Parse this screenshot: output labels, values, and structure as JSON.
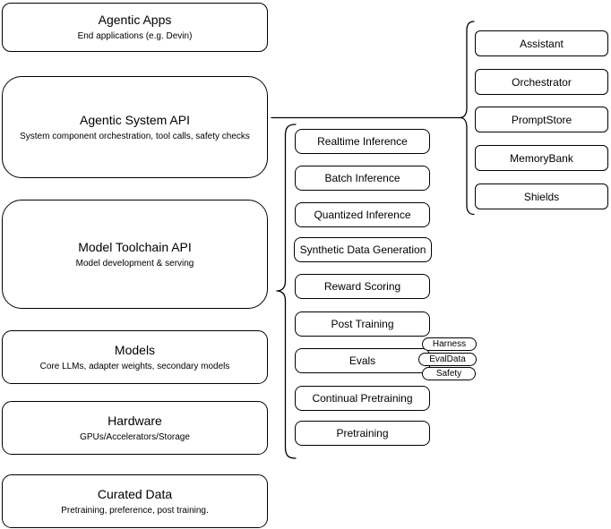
{
  "diagram": {
    "left_stack": [
      {
        "title": "Agentic Apps",
        "subtitle": "End applications (e.g. Devin)"
      },
      {
        "title": "Agentic System API",
        "subtitle": "System component orchestration, tool calls, safety checks"
      },
      {
        "title": "Model Toolchain API",
        "subtitle": "Model development & serving"
      },
      {
        "title": "Models",
        "subtitle": "Core LLMs, adapter weights, secondary models"
      },
      {
        "title": "Hardware",
        "subtitle": "GPUs/Accelerators/Storage"
      },
      {
        "title": "Curated Data",
        "subtitle": "Pretraining, preference, post training."
      }
    ],
    "toolchain_items": [
      "Realtime Inference",
      "Batch Inference",
      "Quantized Inference",
      "Synthetic Data Generation",
      "Reward Scoring",
      "Post Training",
      "Evals",
      "Continual Pretraining",
      "Pretraining"
    ],
    "eval_tags": [
      "Harness",
      "EvalData",
      "Safety"
    ],
    "system_components": [
      "Assistant",
      "Orchestrator",
      "PromptStore",
      "MemoryBank",
      "Shields"
    ],
    "colors": {
      "stroke": "#000000",
      "fill": "#ffffff",
      "text": "#000000",
      "background": "#ffffff"
    }
  }
}
